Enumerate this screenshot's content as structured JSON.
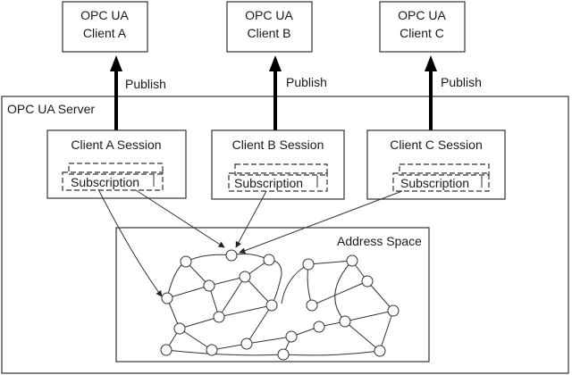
{
  "clients": [
    {
      "line1": "OPC UA",
      "line2": "Client A",
      "session": "Client A Session",
      "subscription": "Subscription",
      "publish": "Publish"
    },
    {
      "line1": "OPC UA",
      "line2": "Client B",
      "session": "Client B Session",
      "subscription": "Subscription",
      "publish": "Publish"
    },
    {
      "line1": "OPC UA",
      "line2": "Client C",
      "session": "Client C Session",
      "subscription": "Subscription",
      "publish": "Publish"
    }
  ],
  "server": {
    "label": "OPC UA Server"
  },
  "address_space": {
    "label": "Address Space"
  }
}
